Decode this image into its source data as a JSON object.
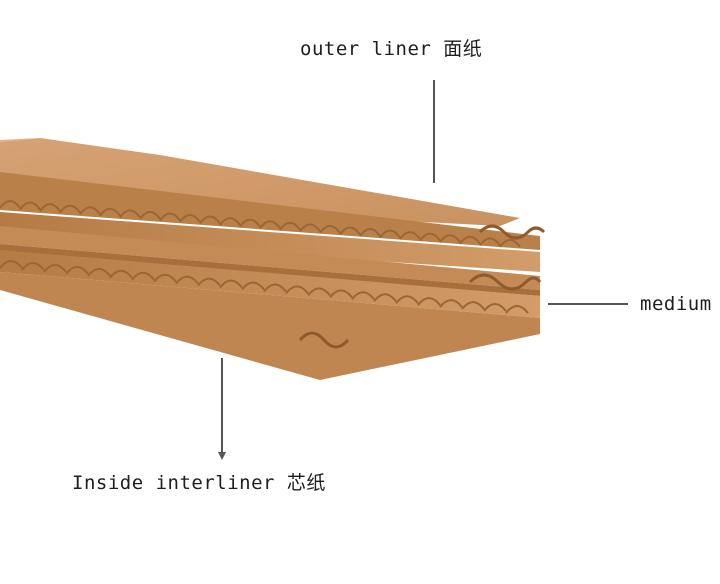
{
  "labels": {
    "outer_liner": "outer liner 面纸",
    "medium": "medium",
    "inside_interliner": "Inside interliner 芯纸"
  },
  "colors": {
    "kraft_light": "#d9a575",
    "kraft_mid": "#c88d55",
    "kraft_dark": "#8f5a2c",
    "leader_line": "#555555"
  },
  "illustration": "corrugated-cardboard-layers"
}
